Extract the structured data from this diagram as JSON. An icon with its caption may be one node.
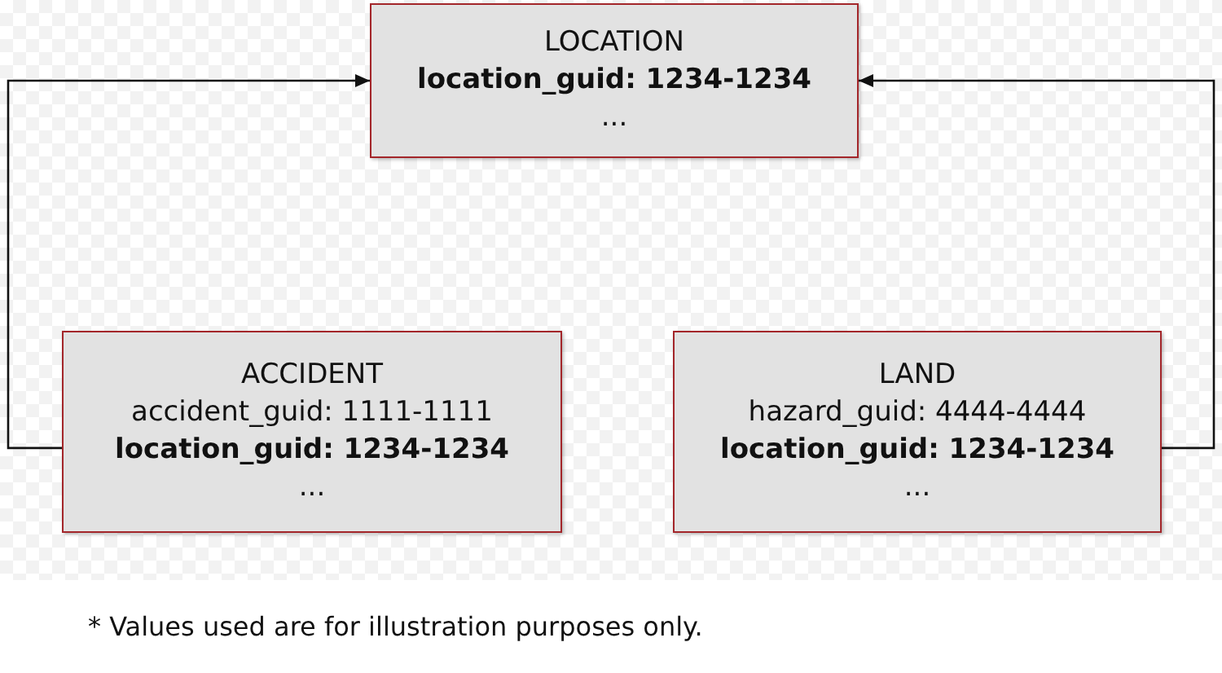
{
  "diagram": {
    "caption": "* Values used are for illustration purposes only.",
    "nodes": [
      {
        "text": [
          "LOCATION",
          "**location_guid: 1234-1234**",
          "..."
        ]
      },
      {
        "text": [
          "ACCIDENT",
          "accident_guid: 1111-1111",
          "**location_guid: 1234-1234**",
          "..."
        ]
      },
      {
        "text": [
          "LAND",
          "hazard_guid: 4444-4444",
          "**location_guid: 1234-1234**",
          "..."
        ]
      }
    ],
    "edges": [
      {
        "from": 1,
        "to": 0,
        "arrow": "to"
      },
      {
        "from": 2,
        "to": 0,
        "arrow": "to"
      }
    ]
  }
}
